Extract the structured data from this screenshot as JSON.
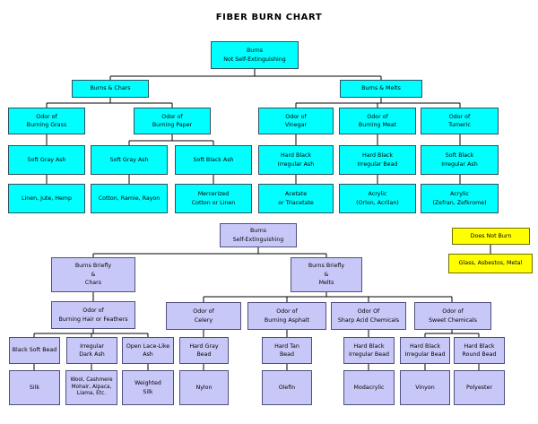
{
  "title": "FIBER BURN CHART",
  "colors": {
    "cyan": "#00ffff",
    "lavender": "#c8c8f8",
    "yellow": "#ffff00",
    "line": "#000000"
  },
  "not_self_ext": {
    "root": "Burns\nNot Self-Extinguishing",
    "chars": "Burns & Chars",
    "melts": "Burns & Melts",
    "odor_grass": "Odor of\nBurning Grass",
    "odor_paper": "Odor of\nBurning Paper",
    "odor_vinegar": "Odor of\nVinegar",
    "odor_meat": "Odor of\nBurning Meat",
    "odor_tumeric": "Odor of\nTumeric",
    "ash_grass": "Soft Gray Ash",
    "ash_paper_gray": "Soft Gray Ash",
    "ash_paper_black": "Soft Black Ash",
    "ash_vinegar": "Hard Black\nIrregular Ash",
    "bead_meat": "Hard Black\nIrregular Bead",
    "ash_tumeric": "Soft Black\nIrregular Ash",
    "fiber_linen": "Linen, Jute, Hemp",
    "fiber_cotton": "Cotton, Ramie, Rayon",
    "fiber_mercerized": "Mercerized\nCotton or Linen",
    "fiber_acetate": "Acetate\nor Triacetate",
    "fiber_acrylic_orlon": "Acrylic\n(Orlon, Acrilan)",
    "fiber_acrylic_zefran": "Acrylic\n(Zefran, Zefkrome)"
  },
  "self_ext": {
    "root": "Burns\nSelf-Extinguishing",
    "chars": "Burns Briefly\n&\nChars",
    "melts": "Burns Briefly\n&\nMelts",
    "odor_hair": "Odor of\nBurning Hair or Feathers",
    "odor_celery": "Odor of\nCelery",
    "odor_asphalt": "Odor of\nBurning Asphalt",
    "odor_acid": "Odor Of\nSharp Acid Chemicals",
    "odor_sweet": "Odor of\nSweet Chemicals",
    "bead_black_soft": "Black Soft Bead",
    "ash_irregular_dark": "Irregular\nDark Ash",
    "ash_open_lace": "Open Lace-Like\nAsh",
    "bead_hard_gray": "Hard Gray\nBead",
    "bead_hard_tan": "Hard Tan\nBead",
    "bead_acid_black": "Hard Black\nIrregular Bead",
    "bead_sweet_irregular": "Hard Black\nIrregular Bead",
    "bead_sweet_round": "Hard Black\nRound Bead",
    "fiber_silk": "Silk",
    "fiber_wool": "Wool, Cashmere\nMohair, Alpaca,\nLlama, Etc.",
    "fiber_weighted_silk": "Weighted\nSilk",
    "fiber_nylon": "Nylon",
    "fiber_olefin": "Olefin",
    "fiber_modacrylic": "Modacrylic",
    "fiber_vinyon": "Vinyon",
    "fiber_polyester": "Polyester"
  },
  "no_burn": {
    "label": "Does Not Burn",
    "fibers": "Glass, Asbestos, Metal"
  }
}
